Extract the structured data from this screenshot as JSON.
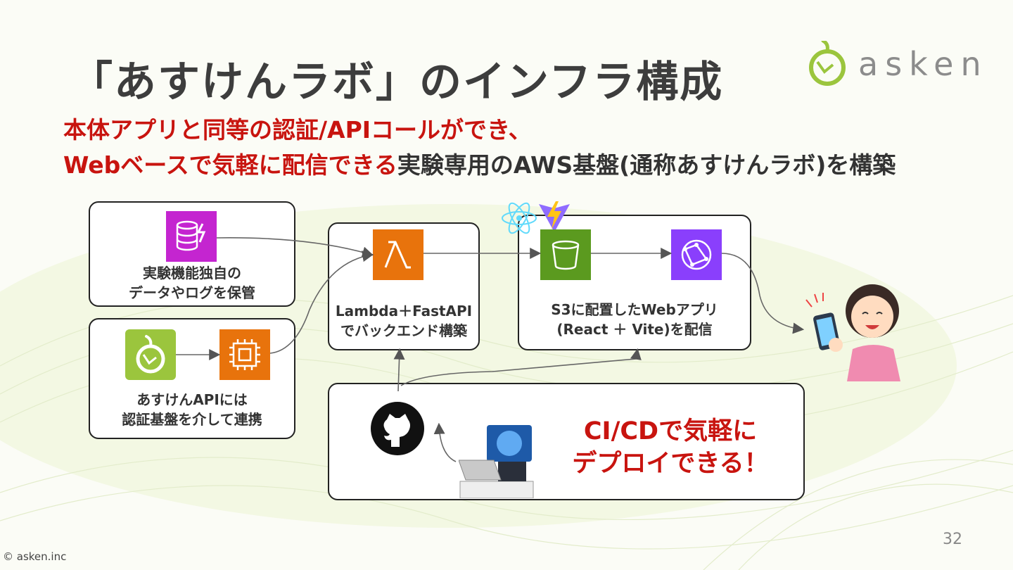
{
  "slide": {
    "title": "「あすけんラボ」のインフラ構成",
    "logo_text": "asken",
    "subtitle_line1": "本体アプリと同等の認証/APIコールができ、",
    "subtitle_line2_red": "Webベースで気軽に配信できる",
    "subtitle_line2_dark": "実験専用のAWS基盤(通称あすけんラボ)を構築",
    "page_number": "32",
    "copyright": "© asken.inc"
  },
  "diagram": {
    "data_box": {
      "line1": "実験機能独自の",
      "line2": "データやログを保管",
      "icon": "dynamodb-icon"
    },
    "api_box": {
      "line1": "あすけんAPIには",
      "line2": "認証基盤を介して連携",
      "icons": [
        "asken-app-icon",
        "ec2-icon"
      ]
    },
    "lambda_box": {
      "line1": "Lambda＋FastAPI",
      "line2": "でバックエンド構築",
      "icon": "lambda-icon"
    },
    "web_box": {
      "line1": "S3に配置したWebアプリ",
      "line2": "(React ＋ Vite)を配信",
      "icons": [
        "s3-bucket-icon",
        "cloudfront-icon",
        "react-icon",
        "vite-icon"
      ]
    },
    "cicd_box": {
      "line1": "CI/CDで気軽に",
      "line2": "デプロイできる！",
      "icons": [
        "github-icon",
        "ai-developer-icon"
      ]
    },
    "user_icon": "smartphone-user-icon"
  },
  "colors": {
    "accent_red": "#c8140f",
    "logo_green": "#9bc53d",
    "aws_orange": "#e8730c",
    "aws_purple": "#8a3ffc",
    "aws_green": "#5b9a1f",
    "aws_magenta": "#c425d0"
  }
}
